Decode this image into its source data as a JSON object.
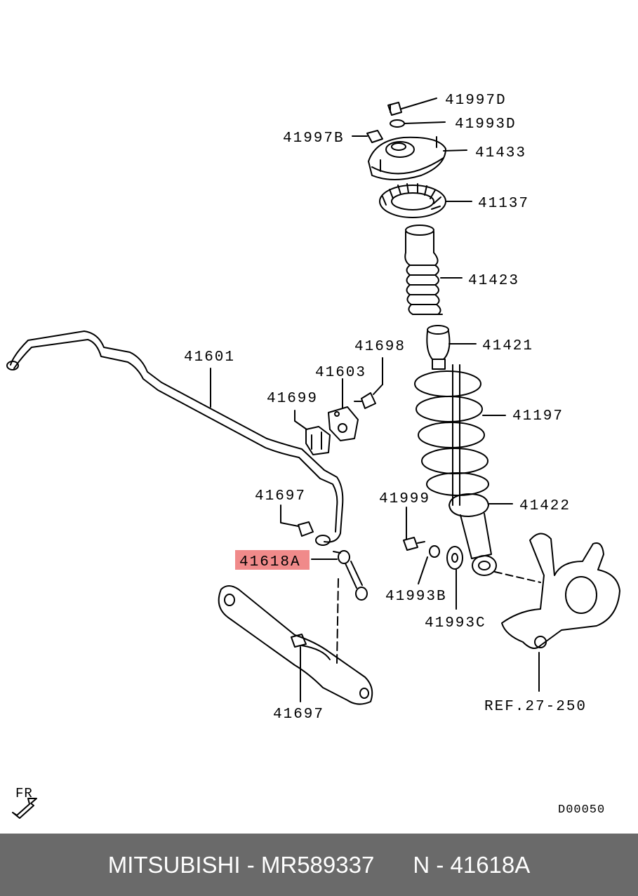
{
  "labels": {
    "p41997D": "41997D",
    "p41993D": "41993D",
    "p41997B": "41997B",
    "p41433": "41433",
    "p41137": "41137",
    "p41423": "41423",
    "p41421": "41421",
    "p41197": "41197",
    "p41422": "41422",
    "p41601": "41601",
    "p41698": "41698",
    "p41603": "41603",
    "p41699": "41699",
    "p41697a": "41697",
    "p41999": "41999",
    "p41618A": "41618A",
    "p41993B": "41993B",
    "p41993C": "41993C",
    "p41697b": "41697",
    "ref": "REF.27-250",
    "fr": "FR",
    "code": "D00050"
  },
  "footer": {
    "brand_part": "MITSUBISHI - MR589337",
    "ref_number": "N - 41618A"
  },
  "colors": {
    "highlight": "#f08a8a",
    "footer_bg": "#6a6a6a",
    "footer_text": "#ffffff"
  }
}
